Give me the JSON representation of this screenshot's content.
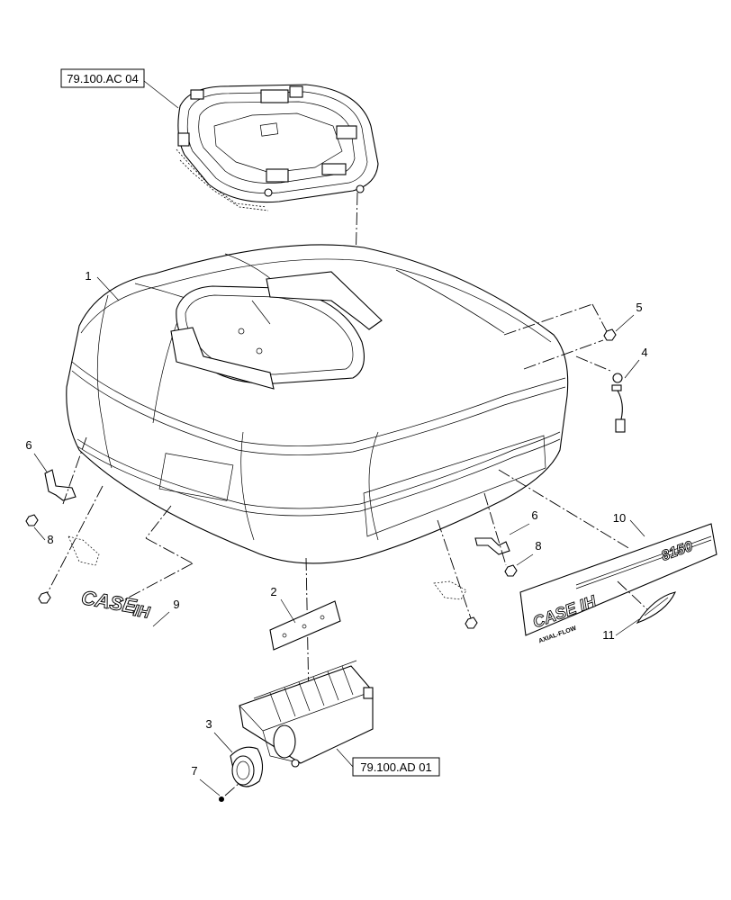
{
  "references": {
    "top_assembly": "79.100.AC 04",
    "bottom_assembly": "79.100.AD 01"
  },
  "callouts": {
    "c1": "1",
    "c2": "2",
    "c3": "3",
    "c4": "4",
    "c5": "5",
    "c6a": "6",
    "c6b": "6",
    "c7": "7",
    "c8a": "8",
    "c8b": "8",
    "c9": "9",
    "c10": "10",
    "c11": "11"
  },
  "decal_text": {
    "brand": "CASE IH",
    "model": "8150",
    "subtitle": "AXIAL-FLOW"
  }
}
